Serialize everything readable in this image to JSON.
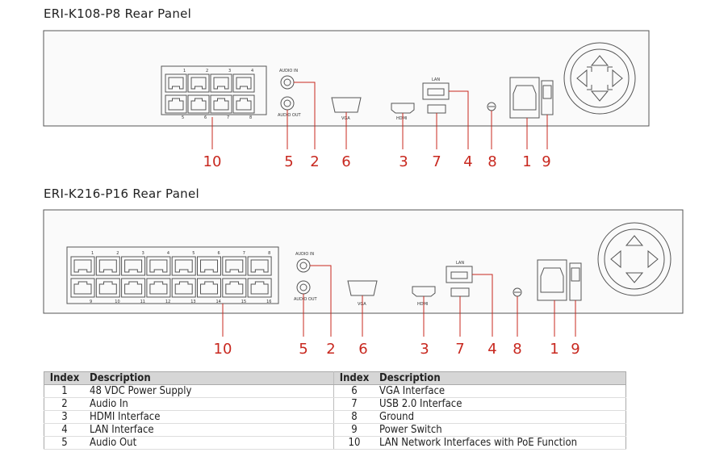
{
  "panels": [
    {
      "title": "ERI-K108-P8 Rear Panel"
    },
    {
      "title": "ERI-K216-P16 Rear Panel"
    }
  ],
  "panel1_labels": {
    "audio_in": "AUDIO IN",
    "audio_out": "AUDIO OUT",
    "vga": "VGA",
    "hdmi": "HDMI",
    "lan": "LAN",
    "port_top": [
      "1",
      "2",
      "3",
      "4"
    ],
    "port_bottom": [
      "5",
      "6",
      "7",
      "8"
    ]
  },
  "panel2_labels": {
    "audio_in": "AUDIO IN",
    "audio_out": "AUDIO OUT",
    "vga": "VGA",
    "hdmi": "HDMI",
    "lan": "LAN",
    "port_top": [
      "1",
      "2",
      "3",
      "4",
      "5",
      "6",
      "7",
      "8"
    ],
    "port_bottom": [
      "9",
      "10",
      "11",
      "12",
      "13",
      "14",
      "15",
      "16"
    ]
  },
  "callouts": [
    "10",
    "5",
    "2",
    "6",
    "3",
    "7",
    "4",
    "8",
    "1",
    "9"
  ],
  "table": {
    "headers": [
      "Index",
      "Description",
      "Index",
      "Description"
    ],
    "rows": [
      [
        "1",
        "48 VDC Power Supply",
        "6",
        "VGA Interface"
      ],
      [
        "2",
        "Audio In",
        "7",
        "USB 2.0 Interface"
      ],
      [
        "3",
        "HDMI Interface",
        "8",
        "Ground"
      ],
      [
        "4",
        "LAN Interface",
        "9",
        "Power Switch"
      ],
      [
        "5",
        "Audio Out",
        "10",
        "LAN Network Interfaces with PoE Function"
      ]
    ]
  },
  "colors": {
    "callout": "#c8281f",
    "outline": "#555555",
    "header_bg": "#d6d6d6"
  }
}
